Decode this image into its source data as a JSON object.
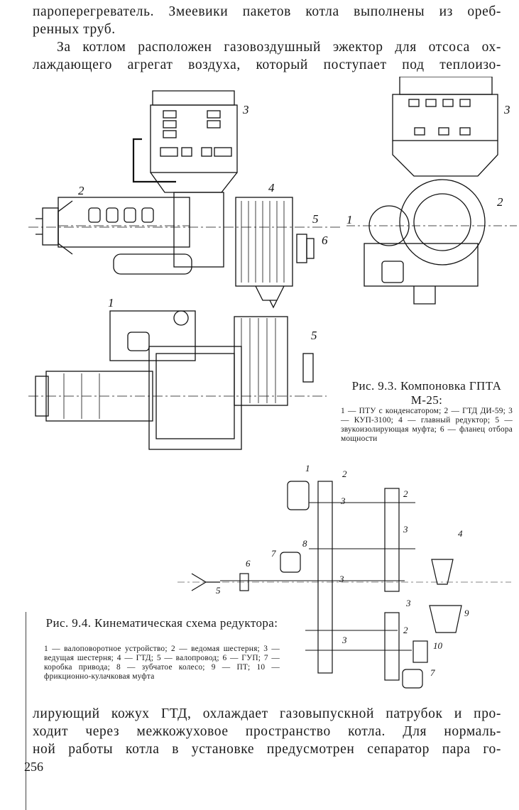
{
  "page": {
    "top_text": {
      "line1": "пароперегреватель. Змеевики пакетов котла выполнены из ореб-",
      "line2": "ренных труб.",
      "line3": "За котлом расположен газовоздушный эжектор для отсоса ох-",
      "line4": "лаждающего агрегат воздуха, который поступает под теплоизо-"
    },
    "figure_9_3": {
      "caption_title": "Рис. 9.3. Компоновка ГПТА М-25:",
      "caption_legend": "1 — ПТУ с конденсатором; 2 — ГТД ДИ-59; 3 — КУП-3100; 4 — главный редуктор; 5 — звукоизолирующая муфта; 6 — фланец отбора мощности",
      "labels": {
        "side_3": "3",
        "side_2": "2",
        "side_4": "4",
        "side_5": "5",
        "side_6": "6",
        "end_3": "3",
        "end_2": "2",
        "end_1": "1",
        "plan_1": "1",
        "plan_5": "5"
      }
    },
    "figure_9_4": {
      "caption_title": "Рис. 9.4. Кинематическая схема редуктора:",
      "caption_legend": "1 — валоповоротное устройство; 2 — ведомая шестерня; 3 — ведущая шестерня; 4 — ГТД; 5 — валопровод; 6 — ГУП; 7 — коробка привода; 8 — зубчатое колесо; 9 — ПТ; 10 — фрикционно-кулачковая муфта",
      "labels": {
        "l1": "1",
        "l2a": "2",
        "l2b": "2",
        "l2c": "2",
        "l3a": "3",
        "l3b": "3",
        "l3c": "3",
        "l3d": "3",
        "l3e": "3",
        "l4": "4",
        "l5": "5",
        "l6": "6",
        "l7a": "7",
        "l7b": "7",
        "l8": "8",
        "l9": "9",
        "l10": "10"
      }
    },
    "bottom_text": {
      "line1": "лирующий кожух ГТД, охлаждает газовыпускной патрубок и про-",
      "line2": "ходит через межкожуховое пространство котла. Для нормаль-",
      "line3": "ной работы котла в установке предусмотрен сепаратор пара го-"
    },
    "page_number": "256"
  }
}
